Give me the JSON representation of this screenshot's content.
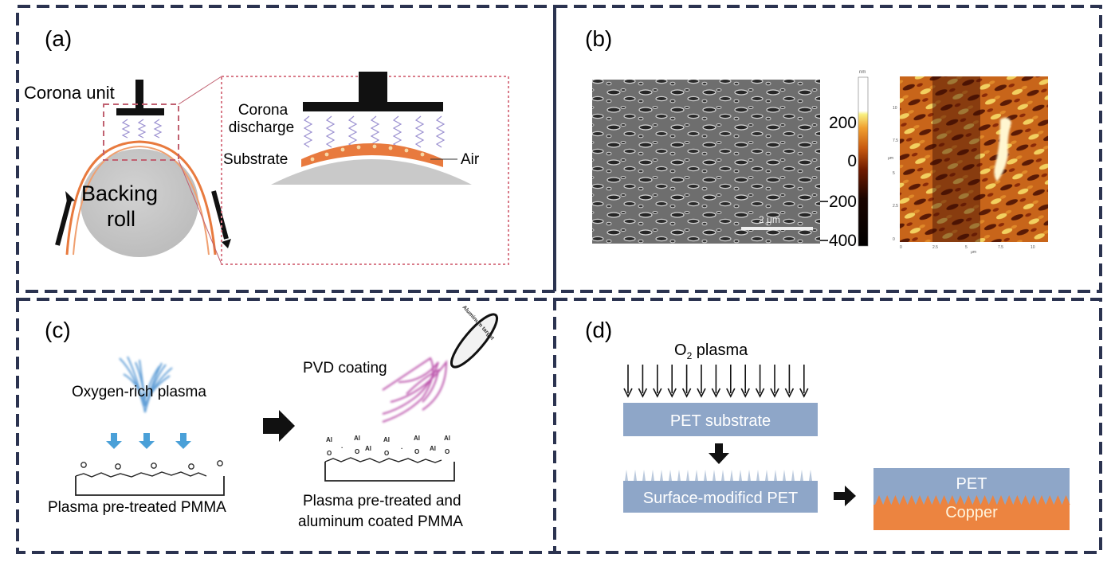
{
  "colors": {
    "border": "#2b3350",
    "substrate_orange": "#e87a3e",
    "roll_gray": "#c7c7c7",
    "zoom_box": "#d97c8a",
    "discharge": "#9a8fd0",
    "plasma_blue": "#4a90d0",
    "pvd_magenta": "#b0389e",
    "pet_blue": "#8ea6c8",
    "copper": "#ec8440"
  },
  "panel_a": {
    "label": "(a)",
    "corona_unit": "Corona unit",
    "backing_roll_line1": "Backing",
    "backing_roll_line2": "roll",
    "corona_discharge_line1": "Corona",
    "corona_discharge_line2": "discharge",
    "substrate": "Substrate",
    "air": "Air"
  },
  "panel_b": {
    "label": "(b)",
    "sem_scale_bar": "2 μm",
    "colorbar_unit": "nm",
    "colorbar_ticks": [
      "200",
      "0",
      "−200",
      "−400"
    ],
    "afm_x_ticks": [
      "0",
      "2.5",
      "5",
      "7.5",
      "10"
    ],
    "afm_y_ticks": [
      "10",
      "7.5",
      "5",
      "2.5",
      "0"
    ],
    "afm_x_unit": "μm",
    "afm_y_unit": "μm"
  },
  "panel_c": {
    "label": "(c)",
    "oxygen_plasma": "Oxygen-rich plasma",
    "pvd_coating": "PVD coating",
    "aluminum_target": "Aluminum target",
    "caption_left": "Plasma pre-treated PMMA",
    "caption_right_line1": "Plasma pre-treated and",
    "caption_right_line2": "aluminum coated PMMA",
    "atom_o": "O",
    "atom_al": "Al"
  },
  "panel_d": {
    "label": "(d)",
    "o2_plasma_prefix": "O",
    "o2_plasma_sub": "2",
    "o2_plasma_suffix": " plasma",
    "pet_substrate": "PET substrate",
    "surface_modified": "Surface-modificd PET",
    "pet": "PET",
    "copper": "Copper"
  }
}
